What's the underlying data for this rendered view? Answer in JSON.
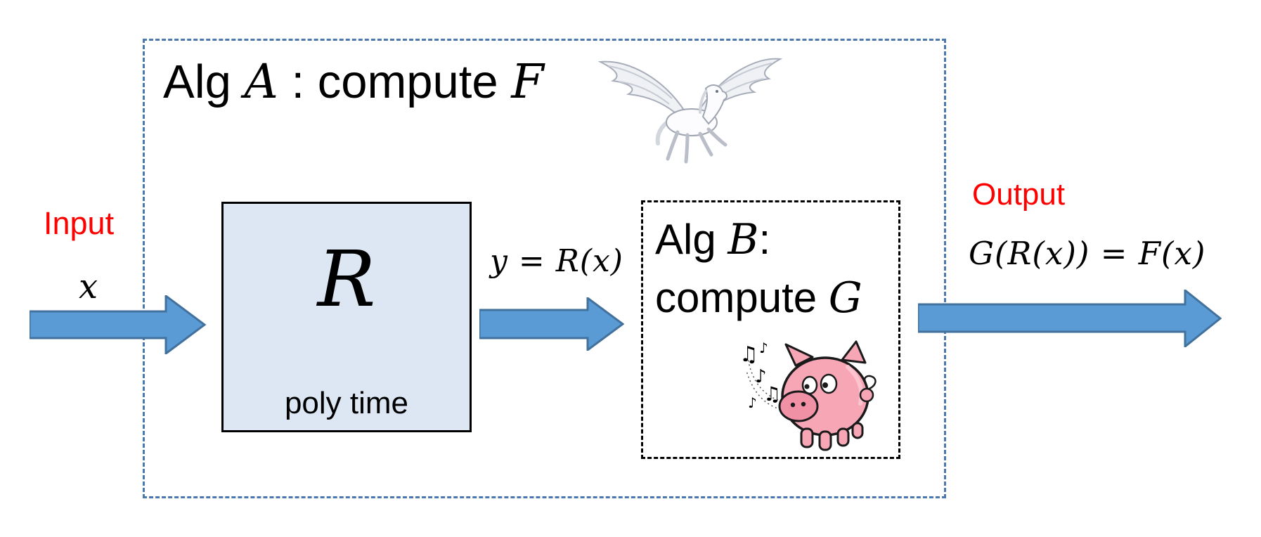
{
  "diagram": {
    "title": {
      "part1": "Alg ",
      "var1": "A",
      "part2": " : compute ",
      "var2": "F"
    },
    "input": {
      "label": "Input",
      "variable": "x"
    },
    "reduction_box": {
      "letter": "R",
      "caption": "poly time"
    },
    "mid_arrow_label": "y = R(x)",
    "alg_b_box": {
      "line1_part1": "Alg ",
      "line1_var": "B",
      "line1_colon": ":",
      "line2_part1": "compute ",
      "line2_var": "G"
    },
    "output": {
      "label": "Output",
      "formula": "G(R(x)) = F(x)"
    },
    "icons": {
      "pegasus": "pegasus winged horse",
      "pig": "singing pig with music notes",
      "note_single": "♪",
      "note_double": "♫"
    },
    "colors": {
      "outer_border_blue": "#4B78AD",
      "inner_border_black": "#000000",
      "arrow_fill": "#5B9BD5",
      "arrow_stroke": "#41719C",
      "reduction_box_fill": "#DCE7F3",
      "label_red": "#FF0000",
      "pig_pink": "#F7A6B6"
    }
  }
}
